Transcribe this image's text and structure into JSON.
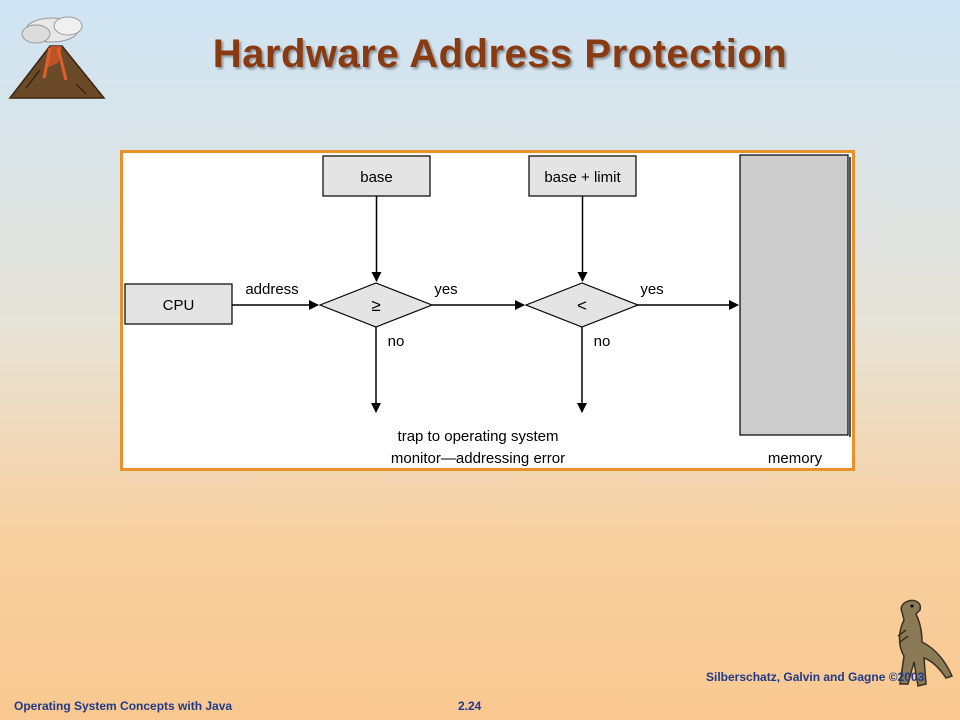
{
  "slide": {
    "title": "Hardware Address Protection"
  },
  "diagram": {
    "base_label": "base",
    "base_limit_label": "base + limit",
    "cpu_label": "CPU",
    "address_label": "address",
    "cmp1_symbol": "≥",
    "cmp2_symbol": "<",
    "yes1_label": "yes",
    "yes2_label": "yes",
    "no1_label": "no",
    "no2_label": "no",
    "trap_line1": "trap to operating system",
    "trap_line2": "monitor—addressing error",
    "memory_label": "memory"
  },
  "footer": {
    "left": "Operating System Concepts with Java",
    "center": "2.24",
    "right": "Silberschatz, Galvin and Gagne ©2003"
  },
  "colors": {
    "title": "#8a3a10",
    "frame": "#e8902a",
    "box_fill": "#e4e4e4",
    "memory_fill": "#cccccc",
    "footer": "#1f3a8a"
  }
}
